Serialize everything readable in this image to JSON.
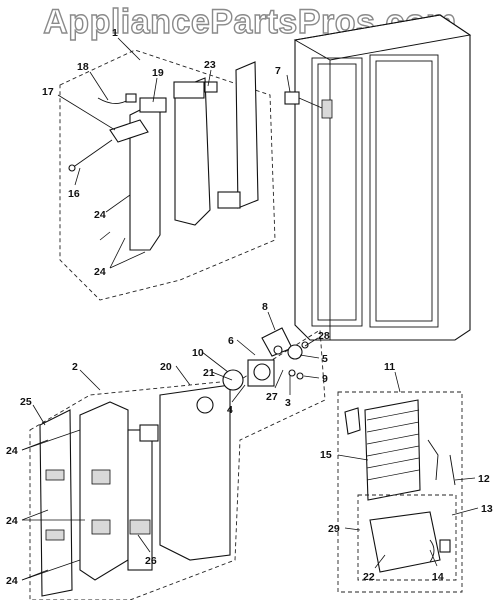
{
  "watermark": "AppliancePartsPros.com",
  "callouts": {
    "c1": "1",
    "c2": "2",
    "c3": "3",
    "c4": "4",
    "c5": "5",
    "c6": "6",
    "c7": "7",
    "c8": "8",
    "c9": "9",
    "c10": "10",
    "c11": "11",
    "c12": "12",
    "c13": "13",
    "c14": "14",
    "c15": "15",
    "c16": "16",
    "c17": "17",
    "c18": "18",
    "c19": "19",
    "c20": "20",
    "c21": "21",
    "c22": "22",
    "c23": "23",
    "c24": "24",
    "c25": "25",
    "c26": "26",
    "c27": "27",
    "c28": "28",
    "c29": "29"
  }
}
